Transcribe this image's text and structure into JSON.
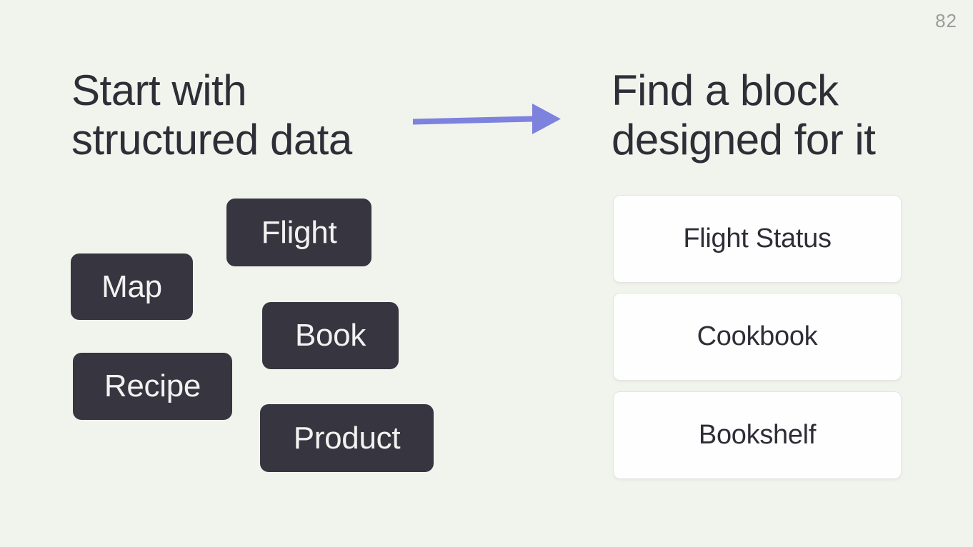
{
  "slide": {
    "page_number": "82",
    "left_heading": {
      "line1": "Start with",
      "line2": "structured data"
    },
    "right_heading": {
      "line1": "Find a block",
      "line2": "designed for it"
    },
    "tags": [
      "Flight",
      "Map",
      "Book",
      "Recipe",
      "Product"
    ],
    "cards": [
      "Flight Status",
      "Cookbook",
      "Bookshelf"
    ],
    "icons": {
      "arrow": "arrow-right-icon"
    },
    "colors": {
      "background": "#f1f3ed",
      "heading_text": "#2f2e37",
      "tag_background": "#37353f",
      "tag_text": "#f2f2f1",
      "arrow": "#7d82de",
      "card_background": "#fefefe",
      "card_border": "#e4e5e0",
      "page_number": "#9c9c9a"
    }
  }
}
